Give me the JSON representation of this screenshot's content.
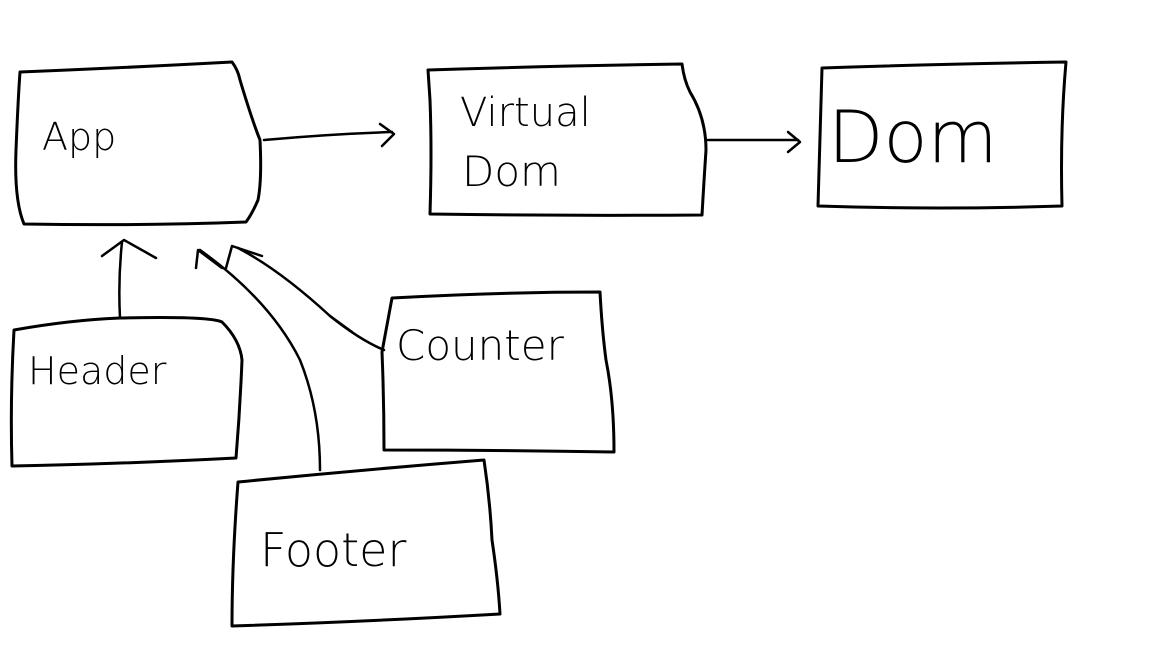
{
  "nodes": {
    "app": {
      "label": "App"
    },
    "virtual_dom": {
      "label_line1": "Virtual",
      "label_line2": "Dom"
    },
    "dom": {
      "label": "Dom"
    },
    "header": {
      "label": "Header"
    },
    "counter": {
      "label": "Counter"
    },
    "footer": {
      "label": "Footer"
    }
  },
  "edges": [
    {
      "from": "App",
      "to": "Virtual Dom"
    },
    {
      "from": "Virtual Dom",
      "to": "Dom"
    },
    {
      "from": "Header",
      "to": "App"
    },
    {
      "from": "Footer",
      "to": "App"
    },
    {
      "from": "Counter",
      "to": "App"
    }
  ]
}
